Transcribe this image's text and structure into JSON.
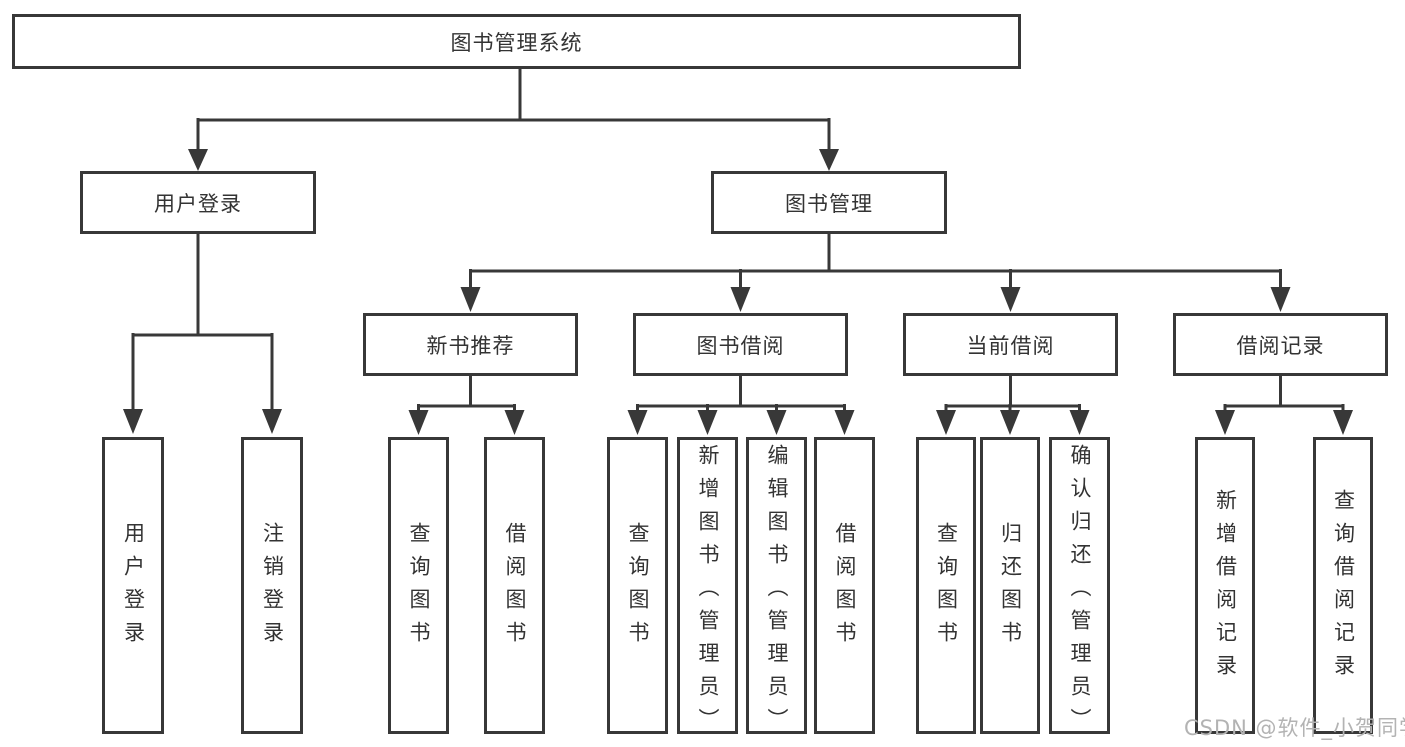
{
  "diagram_type": "functional-structure-tree",
  "tree": {
    "root": {
      "label": "图书管理系统"
    },
    "branches": [
      {
        "label": "用户登录",
        "children": [
          {
            "label": "用户登录"
          },
          {
            "label": "注销登录"
          }
        ]
      },
      {
        "label": "图书管理",
        "children": [
          {
            "label": "新书推荐",
            "children": [
              {
                "label": "查询图书"
              },
              {
                "label": "借阅图书"
              }
            ]
          },
          {
            "label": "图书借阅",
            "children": [
              {
                "label": "查询图书"
              },
              {
                "label": "新增图书（管理员）"
              },
              {
                "label": "编辑图书（管理员）"
              },
              {
                "label": "借阅图书"
              }
            ]
          },
          {
            "label": "当前借阅",
            "children": [
              {
                "label": "查询图书"
              },
              {
                "label": "归还图书"
              },
              {
                "label": "确认归还（管理员）"
              }
            ]
          },
          {
            "label": "借阅记录",
            "children": [
              {
                "label": "新增借阅记录"
              },
              {
                "label": "查询借阅记录"
              }
            ]
          }
        ]
      }
    ]
  },
  "watermark": "CSDN @软件_小贺同学",
  "colors": {
    "line": "#383838",
    "box_border": "#383838",
    "text": "#333333",
    "watermark": "#b3b3b3",
    "background": "#ffffff"
  }
}
